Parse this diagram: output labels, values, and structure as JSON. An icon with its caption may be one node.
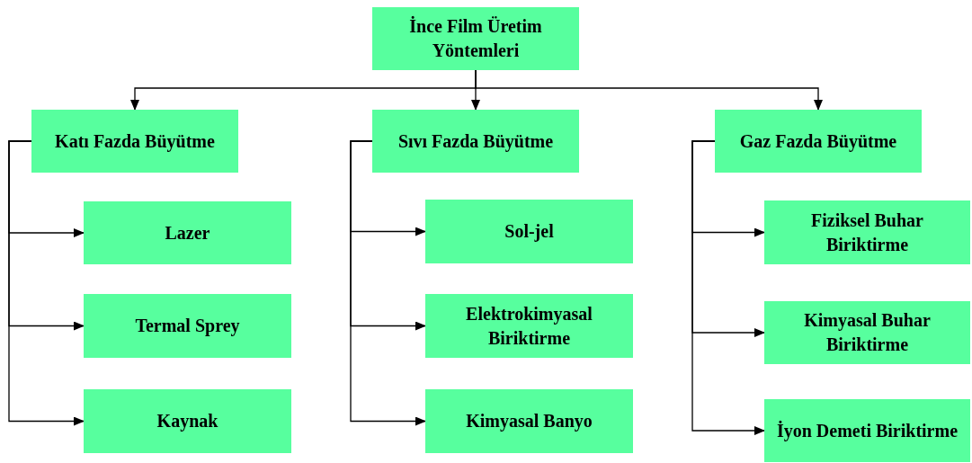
{
  "diagram": {
    "nodes": [
      {
        "text": [
          "İnce Film Üretim Yöntemleri"
        ]
      },
      {
        "text": [
          "Katı Fazda Büyütme"
        ]
      },
      {
        "text": [
          "Sıvı Fazda Büyütme"
        ]
      },
      {
        "text": [
          "Gaz Fazda Büyütme"
        ]
      },
      {
        "text": [
          "Lazer"
        ]
      },
      {
        "text": [
          "Termal Sprey"
        ]
      },
      {
        "text": [
          "Kaynak"
        ]
      },
      {
        "text": [
          "Sol-jel"
        ]
      },
      {
        "text": [
          "Elektrokimyasal Biriktirme"
        ]
      },
      {
        "text": [
          "Kimyasal Banyo"
        ]
      },
      {
        "text": [
          "Fiziksel Buhar Biriktirme"
        ]
      },
      {
        "text": [
          "Kimyasal Buhar Biriktirme"
        ]
      },
      {
        "text": [
          "İyon Demeti Biriktirme"
        ]
      }
    ],
    "edges": [
      {
        "from": 0,
        "to": 1,
        "arrow": "to"
      },
      {
        "from": 0,
        "to": 2,
        "arrow": "to"
      },
      {
        "from": 0,
        "to": 3,
        "arrow": "to"
      },
      {
        "from": 1,
        "to": 4,
        "arrow": "to"
      },
      {
        "from": 1,
        "to": 5,
        "arrow": "to"
      },
      {
        "from": 1,
        "to": 6,
        "arrow": "to"
      },
      {
        "from": 2,
        "to": 7,
        "arrow": "to"
      },
      {
        "from": 2,
        "to": 8,
        "arrow": "to"
      },
      {
        "from": 2,
        "to": 9,
        "arrow": "to"
      },
      {
        "from": 3,
        "to": 10,
        "arrow": "to"
      },
      {
        "from": 3,
        "to": 11,
        "arrow": "to"
      },
      {
        "from": 3,
        "to": 12,
        "arrow": "to"
      }
    ]
  }
}
